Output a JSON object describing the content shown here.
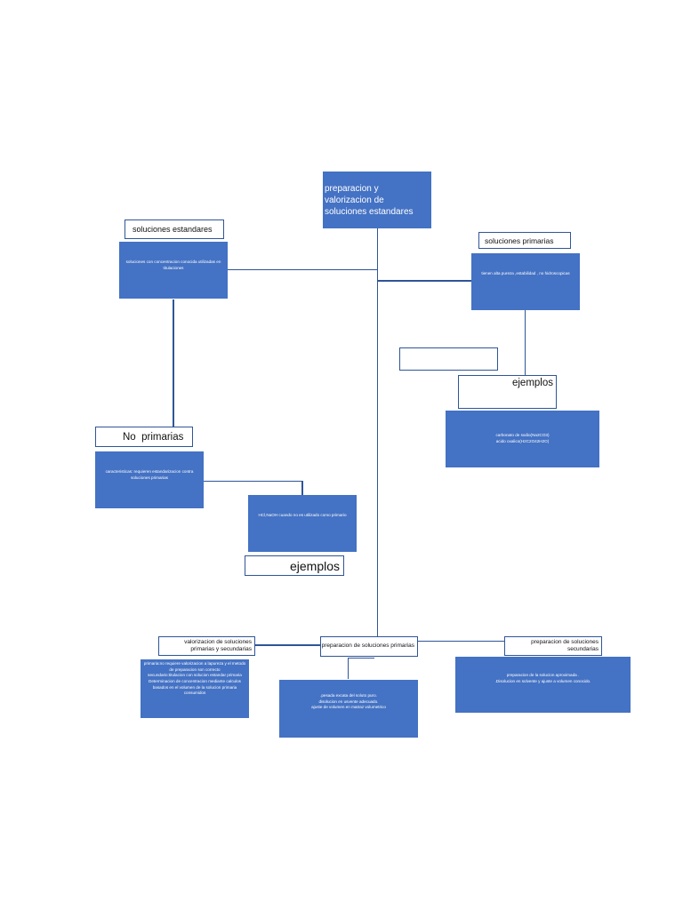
{
  "root": {
    "title": "preparacion y valorizacion de soluciones estandares"
  },
  "estandares": {
    "label": "soluciones estandares",
    "description": "soluciones con concentracion conocida utilizadas en titulaciones"
  },
  "primarias": {
    "label": "soluciones primarias",
    "description": "tienen alta pureza ,estabilidad , no hidroscopicas",
    "examples_label": "ejemplos",
    "examples": [
      "carbonato de sodio(Na2CO3)",
      "acido oxalico(H2C2O42H2O)"
    ]
  },
  "no_primarias": {
    "label": "No  primarias",
    "description": "caracteristicas: requieren estandarizacion contra soluciones primarias",
    "example_text": "HCl,NaOH cuando no es utilizado como primario",
    "examples_label": "ejemplos"
  },
  "valorizacion": {
    "label": "valorizacion de soluciones primarias y secundarias",
    "lines": [
      "primaria:no requiere valorizacion a lapureza y el metodo de preparacion son correcto",
      "secundario:titulacion con  solucion estandar primaria",
      "Determinacion de concentracion mediante calculos basados en el volumen de la solucion primaria consumidos"
    ]
  },
  "prep_primarias": {
    "label": "preparacion de soluciones primarias",
    "lines": [
      ".pesada excata del soluto puro.",
      "disolucion en usvente adecuado.",
      "ajuste de volumen en matraz volumetrico"
    ]
  },
  "prep_secundarias": {
    "label": "preparacion de soluciones secundarias",
    "lines": [
      "preparacion de la solucion aproximada .",
      ".Disolucion en solvente y ajuste a volumen conocido."
    ]
  },
  "colors": {
    "box_fill": "#4472c4",
    "connector": "#2f5597",
    "label_border": "#2f5597"
  }
}
